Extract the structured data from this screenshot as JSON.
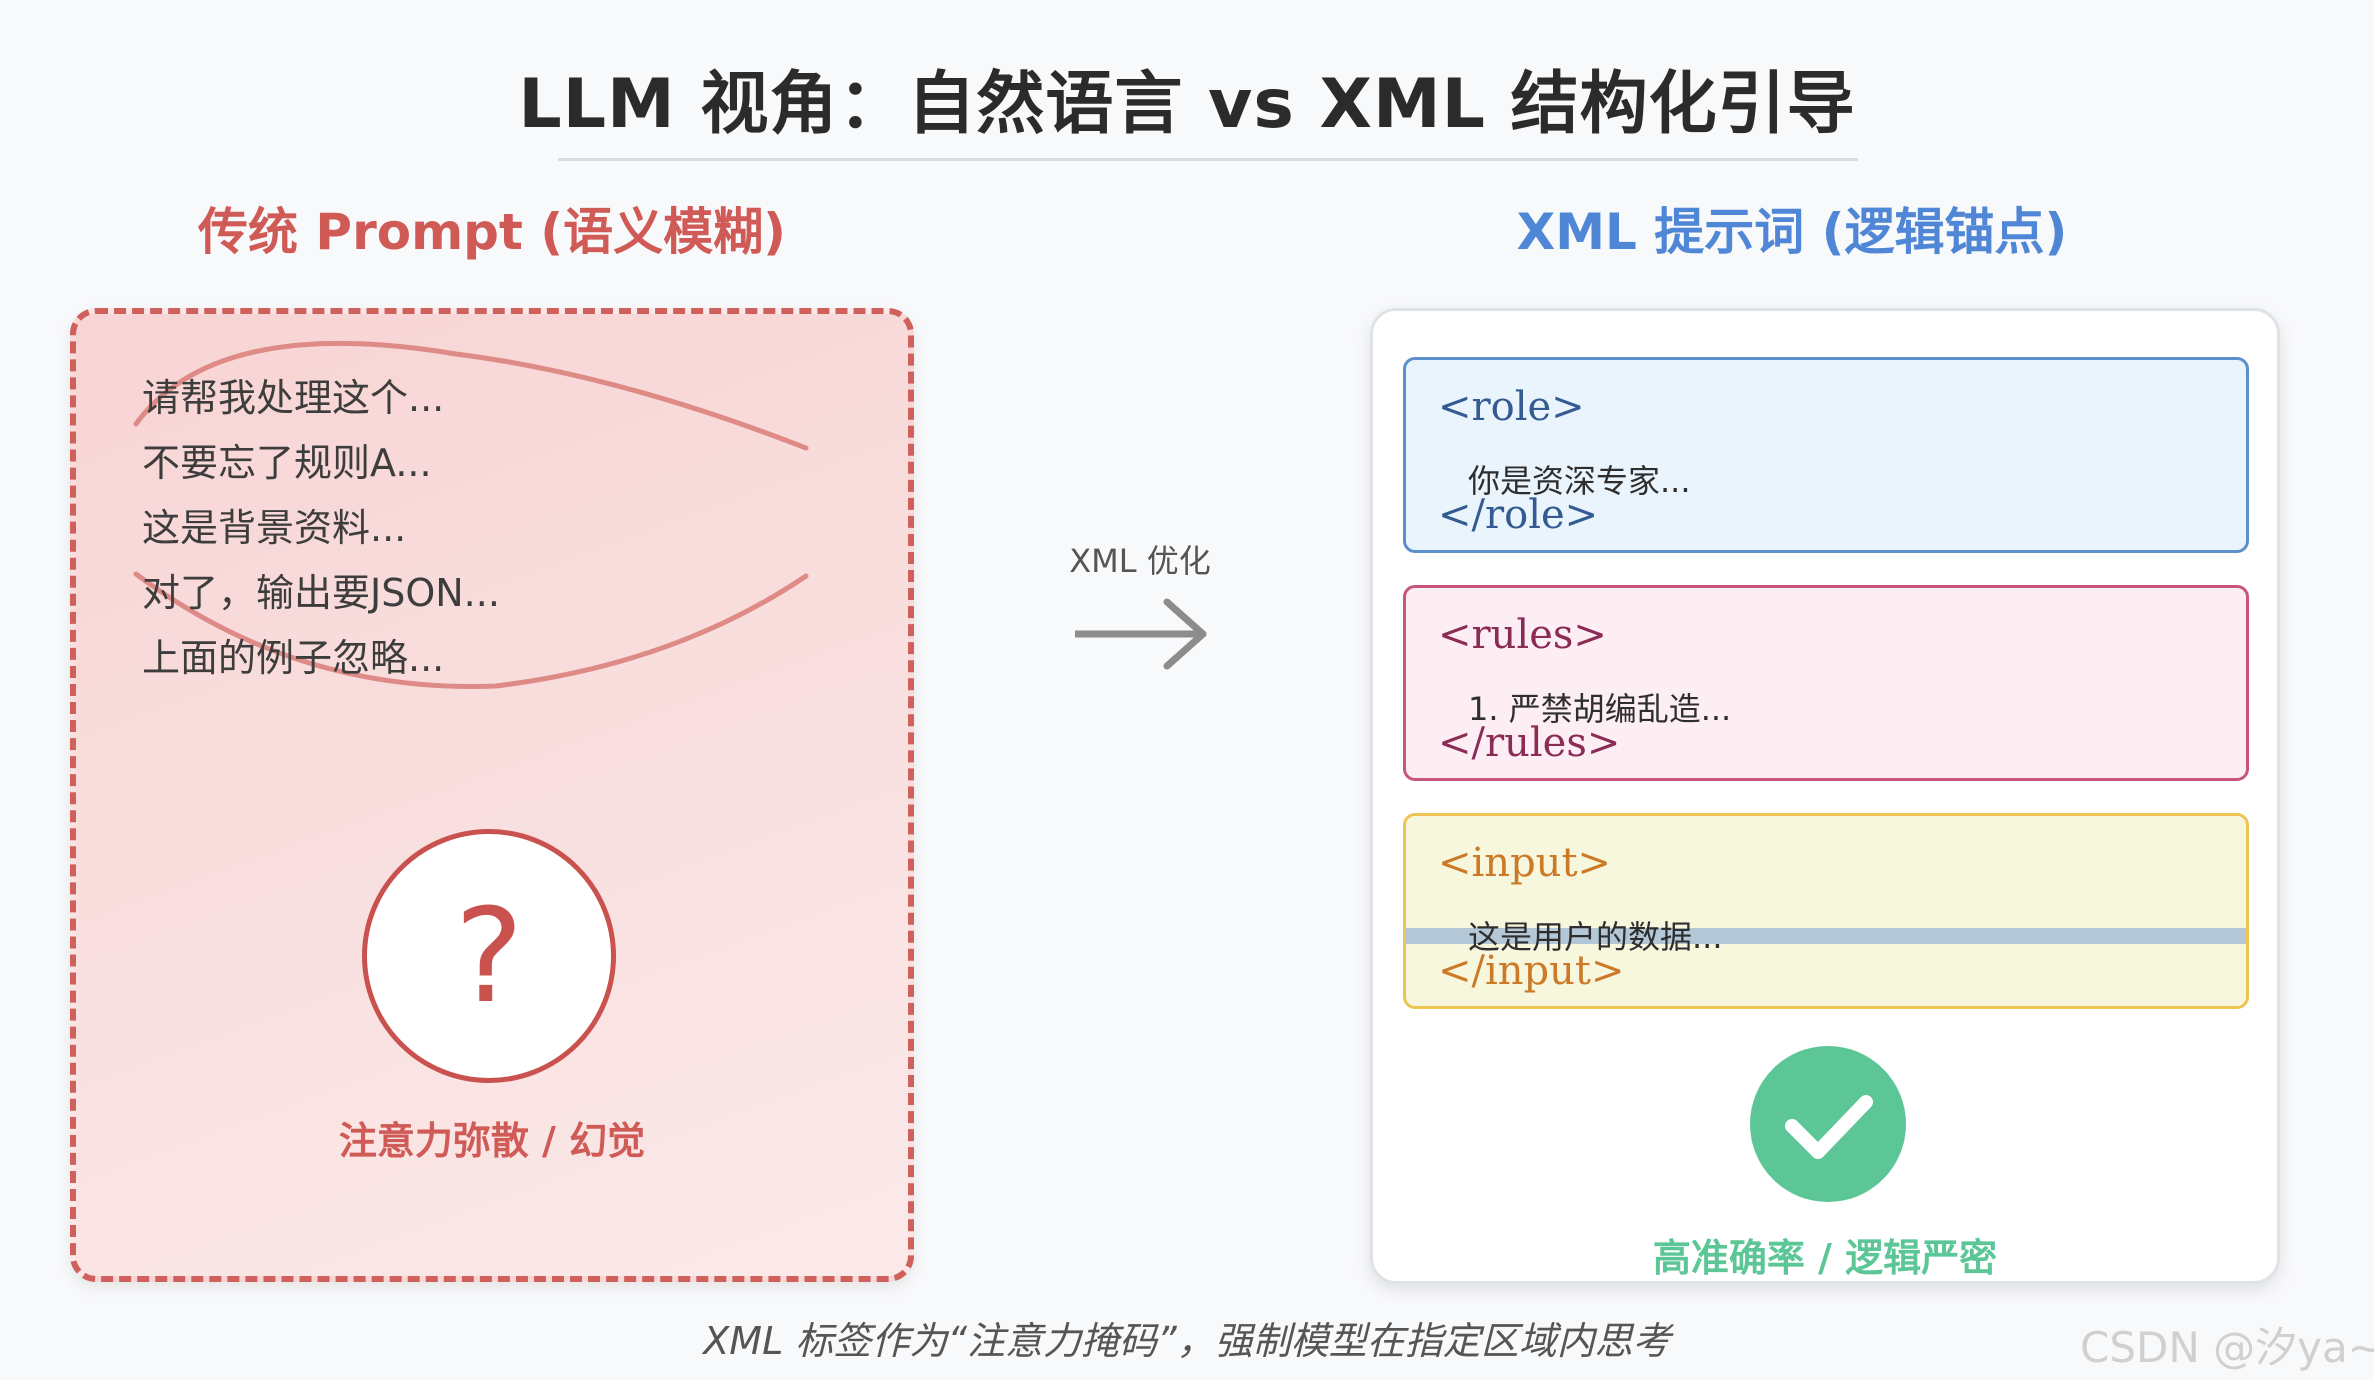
{
  "title": "LLM 视角：自然语言 vs XML 结构化引导",
  "left_panel": {
    "heading": "传统 Prompt (语义模糊)",
    "lines": [
      "请帮我处理这个...",
      "不要忘了规则A...",
      "这是背景资料...",
      "对了，输出要JSON...",
      "上面的例子忽略..."
    ],
    "question_mark": "?",
    "caption": "注意力弥散 / 幻觉"
  },
  "arrow_label": "XML 优化",
  "right_panel": {
    "heading": "XML 提示词 (逻辑锚点)",
    "blocks": [
      {
        "open": "<role>",
        "content": "你是资深专家...",
        "close": "</role>"
      },
      {
        "open": "<rules>",
        "content": "1. 严禁胡编乱造...",
        "close": "</rules>"
      },
      {
        "open": "<input>",
        "content": "这是用户的数据...",
        "close": "</input>"
      }
    ],
    "caption": "高准确率 / 逻辑严密"
  },
  "footer": "XML 标签作为“注意力掩码”，强制模型在指定区域内思考",
  "watermark": "CSDN @汐ya~",
  "colors": {
    "left_accent": "#cf5a56",
    "right_accent": "#4f86d6",
    "success": "#5dc697",
    "role": "#5d8fcc",
    "rules": "#c9557e",
    "input": "#eec454"
  }
}
